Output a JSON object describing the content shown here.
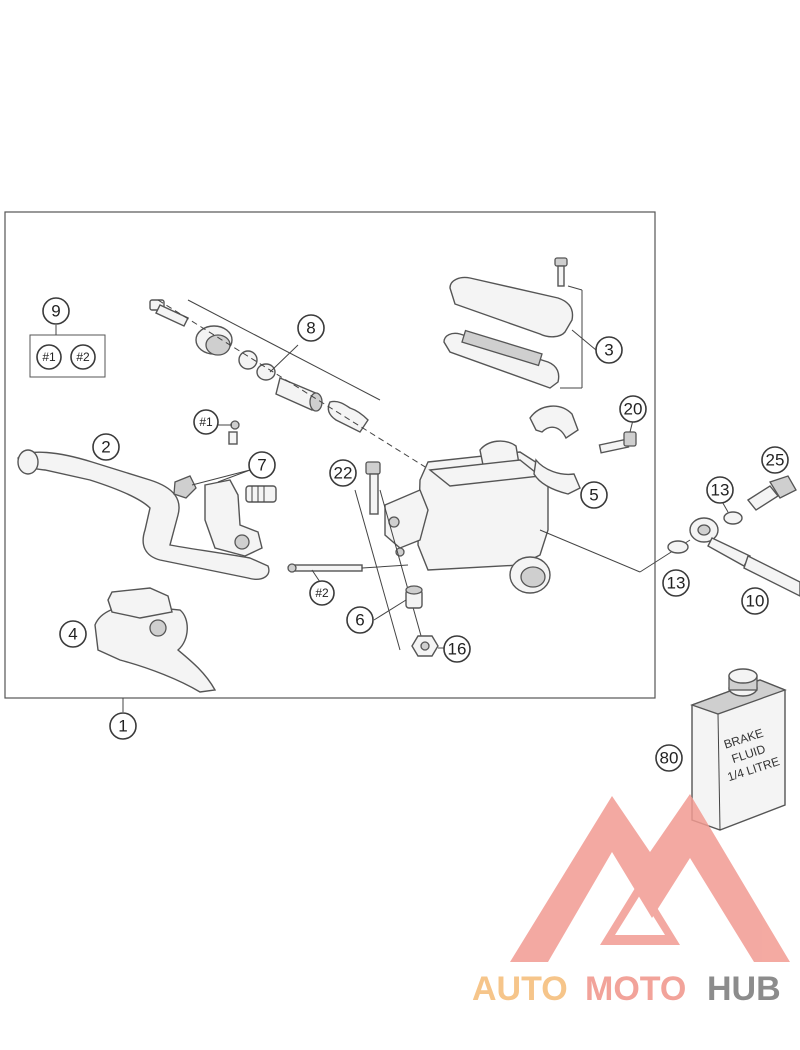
{
  "diagram": {
    "callouts": {
      "c1": "1",
      "c2": "2",
      "c3": "3",
      "c4": "4",
      "c5": "5",
      "c6": "6",
      "c7": "7",
      "c8": "8",
      "c9": "9",
      "c10": "10",
      "c13a": "13",
      "c13b": "13",
      "c16": "16",
      "c20": "20",
      "c22": "22",
      "c25": "25",
      "c80": "80"
    },
    "kit_refs": {
      "k1_box": "#1",
      "k2_box": "#2",
      "k1_lever": "#1",
      "k2_pin": "#2"
    },
    "fluid_label": {
      "line1": "BRAKE",
      "line2": "FLUID",
      "line3": "1/4 LITRE"
    }
  },
  "watermark": {
    "word1": "AUTO",
    "word2": "MOTO",
    "word3": "HUB",
    "colors": {
      "auto": "#f6c58a",
      "moto": "#f2a39a",
      "hub": "#8c8c8c",
      "logo": "#f29b92"
    }
  }
}
